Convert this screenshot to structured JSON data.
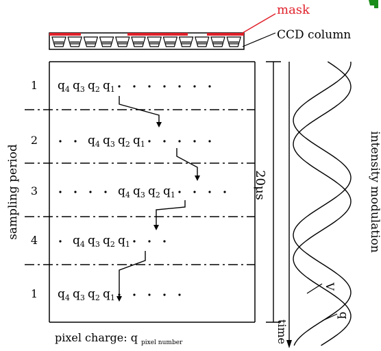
{
  "labels": {
    "mask": "mask",
    "ccd_column": "CCD column",
    "sampling_period": "sampling period",
    "intensity_modulation": "intensity modulation",
    "duration": "20μs",
    "time": "time",
    "curve_a": "V",
    "curve_b": "q",
    "pixel_charge": "pixel charge: q",
    "pixel_charge_subscript": "pixel number",
    "q_letter": "q"
  },
  "rows": [
    {
      "period": "1",
      "lead_dots": 0,
      "subscripts": [
        "4",
        "3",
        "2",
        "1"
      ],
      "trail_dots": 7
    },
    {
      "period": "2",
      "lead_dots": 2,
      "subscripts": [
        "4",
        "3",
        "2",
        "1"
      ],
      "trail_dots": 5
    },
    {
      "period": "3",
      "lead_dots": 4,
      "subscripts": [
        "4",
        "3",
        "2",
        "1"
      ],
      "trail_dots": 4
    },
    {
      "period": "4",
      "lead_dots": 1,
      "subscripts": [
        "4",
        "3",
        "2",
        "1"
      ],
      "trail_dots": 3
    },
    {
      "period": "1",
      "lead_dots": 0,
      "subscripts": [
        "4",
        "3",
        "2",
        "1"
      ],
      "trail_dots": 5
    }
  ],
  "colors": {
    "mask": "#e0202a",
    "ink": "#000000",
    "accent_fragment": "#1a8c1a"
  }
}
